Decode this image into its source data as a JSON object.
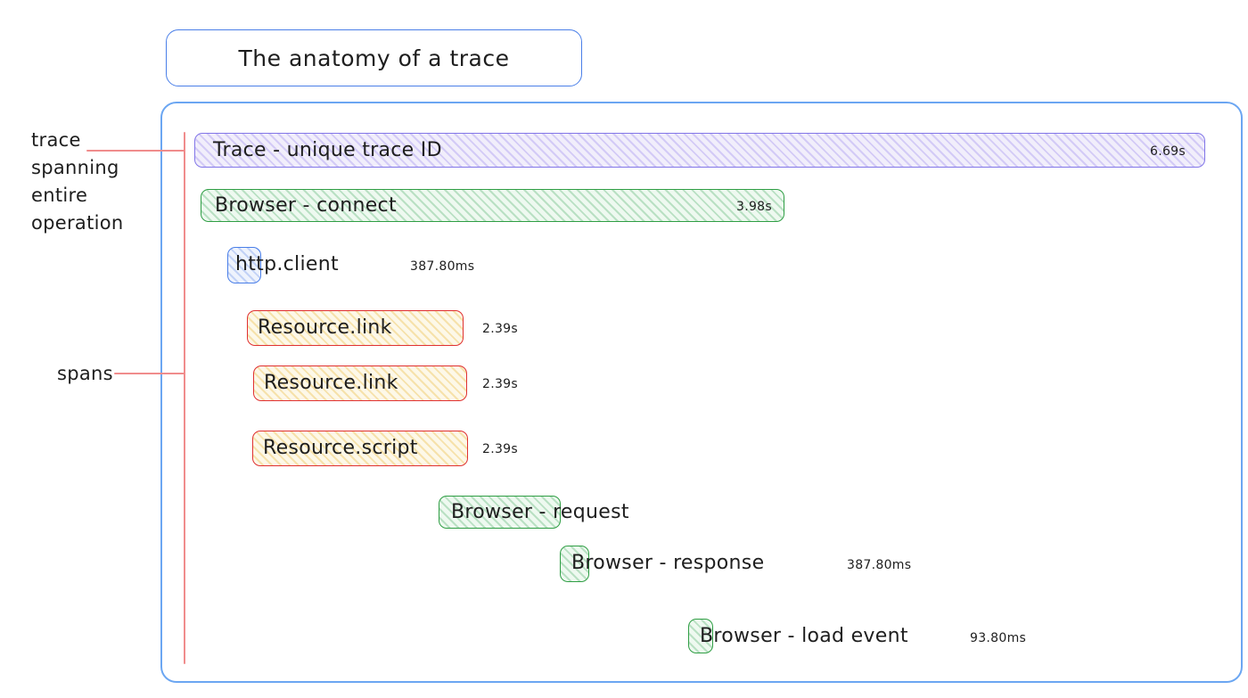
{
  "title": "The anatomy of a trace",
  "annotations": {
    "trace": "trace\nspanning\nentire\noperation",
    "spans": "spans"
  },
  "spans": [
    {
      "name": "Trace - unique trace ID",
      "duration": "6.69s",
      "color": "purple"
    },
    {
      "name": "Browser - connect",
      "duration": "3.98s",
      "color": "green"
    },
    {
      "name": "http.client",
      "duration": "387.80ms",
      "color": "blue"
    },
    {
      "name": "Resource.link",
      "duration": "2.39s",
      "color": "yellow"
    },
    {
      "name": "Resource.link",
      "duration": "2.39s",
      "color": "yellow"
    },
    {
      "name": "Resource.script",
      "duration": "2.39s",
      "color": "yellow"
    },
    {
      "name": "Browser - request",
      "duration": "",
      "color": "green"
    },
    {
      "name": "Browser - response",
      "duration": "387.80ms",
      "color": "green"
    },
    {
      "name": "Browser - load event",
      "duration": "93.80ms",
      "color": "green"
    }
  ],
  "palette": {
    "trace_border": "#8276e8",
    "browser_border": "#2f9e44",
    "http_border": "#4a7fe8",
    "resource_border": "#e03131",
    "frame_border": "#6ba6f2",
    "title_border": "#4a7fe8",
    "annotation_line": "#f08c8c",
    "text": "#1e1e1e"
  }
}
